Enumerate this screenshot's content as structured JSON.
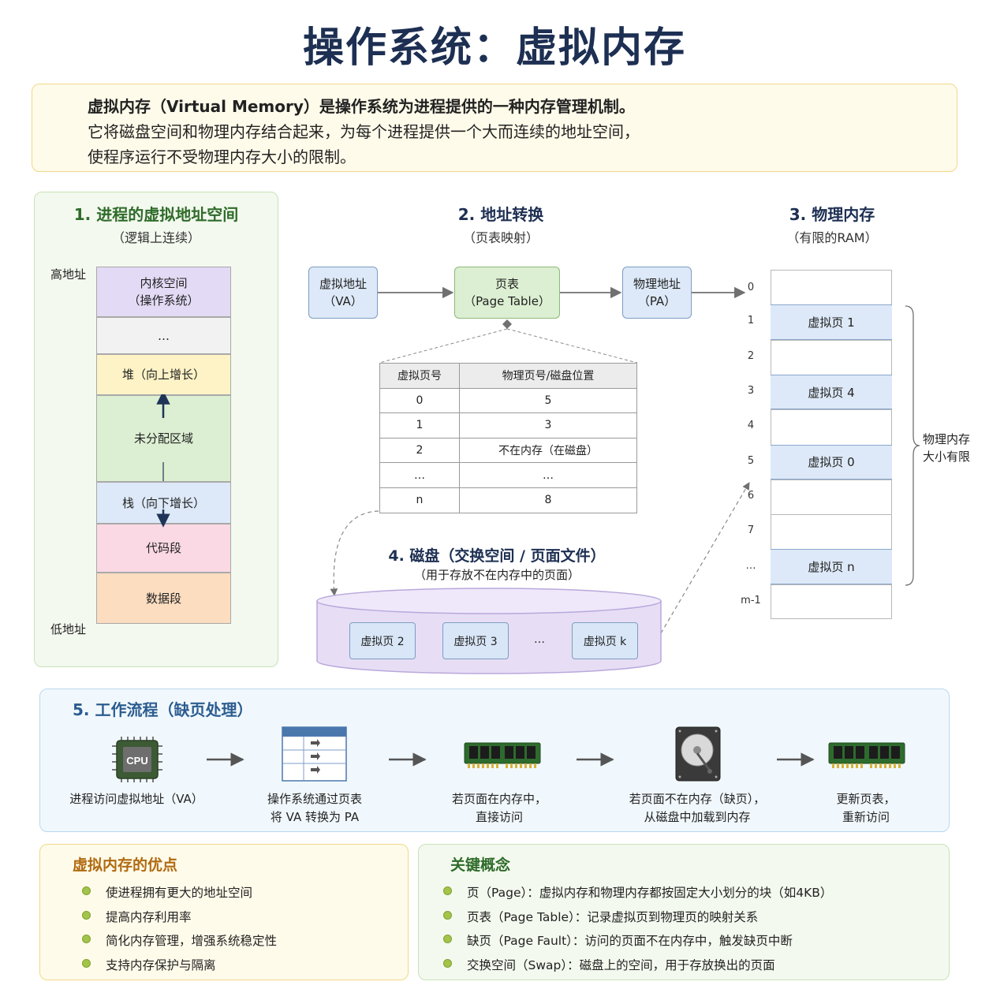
{
  "title": "操作系统：虚拟内存",
  "intro": {
    "line1": "虚拟内存（Virtual Memory）是操作系统为进程提供的一种内存管理机制。",
    "line2": "它将磁盘空间和物理内存结合起来，为每个进程提供一个大而连续的地址空间，",
    "line3": "使程序运行不受物理内存大小的限制。"
  },
  "section1": {
    "title": "1. 进程的虚拟地址空间",
    "subtitle": "（逻辑上连续）",
    "high_label": "高地址",
    "low_label": "低地址",
    "segments": [
      {
        "line1": "内核空间",
        "line2": "（操作系统）",
        "color": "#e3daf5"
      },
      {
        "line1": "…",
        "line2": "",
        "color": "#f2f2f2"
      },
      {
        "line1": "堆（向上增长）",
        "line2": "",
        "color": "#fdf3c6"
      },
      {
        "line1": "未分配区域",
        "line2": "",
        "color": "#dcefd2"
      },
      {
        "line1": "栈（向下增长）",
        "line2": "",
        "color": "#dde9f8"
      },
      {
        "line1": "代码段",
        "line2": "",
        "color": "#fbd9e4"
      },
      {
        "line1": "数据段",
        "line2": "",
        "color": "#fcddc0"
      }
    ]
  },
  "section2": {
    "title": "2. 地址转换",
    "subtitle": "（页表映射）",
    "va_line1": "虚拟地址",
    "va_line2": "（VA）",
    "pt_line1": "页表",
    "pt_line2": "（Page Table）",
    "pa_line1": "物理地址",
    "pa_line2": "（PA）",
    "table_headers": [
      "虚拟页号",
      "物理页号/磁盘位置"
    ],
    "table_rows": [
      [
        "0",
        "5"
      ],
      [
        "1",
        "3"
      ],
      [
        "2",
        "不在内存（在磁盘）"
      ],
      [
        "…",
        "…"
      ],
      [
        "n",
        "8"
      ]
    ]
  },
  "section3": {
    "title": "3. 物理内存",
    "subtitle": "（有限的RAM）",
    "indices": [
      "0",
      "1",
      "2",
      "3",
      "4",
      "5",
      "6",
      "7",
      "…",
      "m-1"
    ],
    "frames": [
      "",
      "虚拟页 1",
      "",
      "虚拟页 4",
      "",
      "虚拟页 0",
      "",
      "",
      "虚拟页 n",
      ""
    ],
    "brace_line1": "物理内存",
    "brace_line2": "大小有限"
  },
  "section4": {
    "title": "4. 磁盘（交换空间 / 页面文件）",
    "subtitle": "（用于存放不在内存中的页面）",
    "pages": [
      "虚拟页 2",
      "虚拟页 3",
      "…",
      "虚拟页 k"
    ]
  },
  "section5": {
    "title": "5. 工作流程（缺页处理）",
    "cpu_text": "CPU",
    "steps": [
      {
        "line1": "进程访问虚拟地址（VA）",
        "line2": "",
        "icon": "cpu-icon"
      },
      {
        "line1": "操作系统通过页表",
        "line2": "将 VA 转换为 PA",
        "icon": "page-table-icon"
      },
      {
        "line1": "若页面在内存中，",
        "line2": "直接访问",
        "icon": "ram-icon"
      },
      {
        "line1": "若页面不在内存（缺页），",
        "line2": "从磁盘中加载到内存",
        "icon": "hard-disk-icon"
      },
      {
        "line1": "更新页表，",
        "line2": "重新访问",
        "icon": "ram-icon"
      }
    ]
  },
  "advantages": {
    "title": "虚拟内存的优点",
    "items": [
      "使进程拥有更大的地址空间",
      "提高内存利用率",
      "简化内存管理，增强系统稳定性",
      "支持内存保护与隔离"
    ]
  },
  "concepts": {
    "title": "关键概念",
    "items": [
      "页（Page）：虚拟内存和物理内存都按固定大小划分的块（如4KB）",
      "页表（Page Table）：记录虚拟页到物理页的映射关系",
      "缺页（Page Fault）：访问的页面不在内存中，触发缺页中断",
      "交换空间（Swap）：磁盘上的空间，用于存放换出的页面"
    ]
  },
  "colors": {
    "title": "#1d2f52",
    "green_title": "#2f6b2a",
    "blue_title": "#2b5c8f",
    "orange_title": "#b06a10",
    "box_blue": "#dde9f8",
    "box_green": "#dcefd2",
    "disk_purple": "#e7def5"
  }
}
